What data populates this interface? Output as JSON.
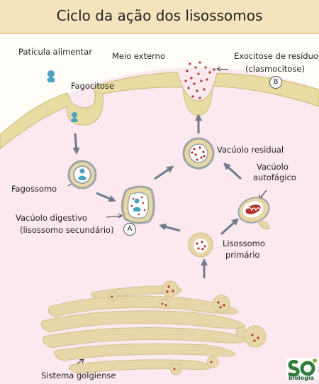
{
  "title": "Ciclo da ação dos lisossomos",
  "labels": {
    "food_particle": "Patícula alimentar",
    "external_medium": "Meio externo",
    "exocytosis": "Exocitose de resíduos",
    "clasmocytosis": "(clasmocitose)",
    "marker_b": "B",
    "phagocytosis": "Fagocitose",
    "residual_vacuole": "Vacúolo residual",
    "autophagic_line1": "Vacúolo",
    "autophagic_line2": "autofágico",
    "phagosome": "Fagossomo",
    "digestive_line1": "Vacúolo digestivo",
    "digestive_line2": "(lisossomo secundário)",
    "marker_a": "A",
    "primary_line1": "Lisossomo",
    "primary_line2": "primário",
    "golgi": "Sistema golgiense"
  },
  "logo": {
    "text": "biologia"
  },
  "colors": {
    "background": "#fbe9ef",
    "header": "#f4e3bc",
    "membrane": "#e9dca2",
    "organelle": "#e6d6a8",
    "organelle_edge": "#9ba6a6",
    "enzyme_dot": "#b3332c",
    "particle": "#4aa3c0",
    "arrow": "#6d7b8d"
  }
}
